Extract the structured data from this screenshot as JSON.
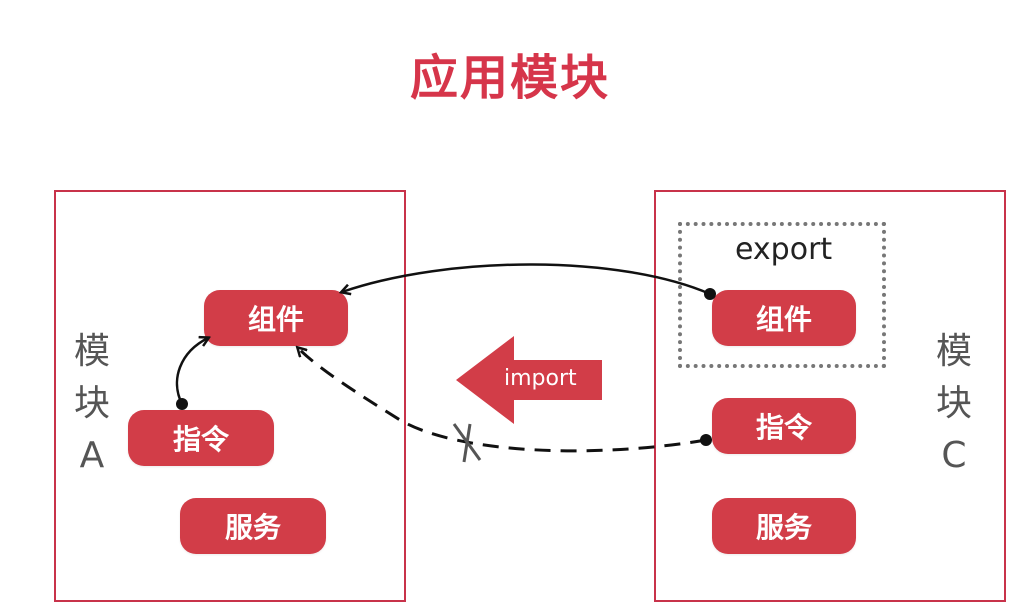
{
  "title": "应用模块",
  "modules": {
    "a": {
      "label_chars": [
        "模",
        "块",
        "A"
      ],
      "items": {
        "component": "组件",
        "directive": "指令",
        "service": "服务"
      }
    },
    "c": {
      "label_chars": [
        "模",
        "块",
        "C"
      ],
      "items": {
        "component": "组件",
        "directive": "指令",
        "service": "服务"
      },
      "export_label": "export"
    }
  },
  "import_label": "import",
  "colors": {
    "accent": "#d23d48",
    "border": "#c8324a",
    "text": "#555555"
  }
}
